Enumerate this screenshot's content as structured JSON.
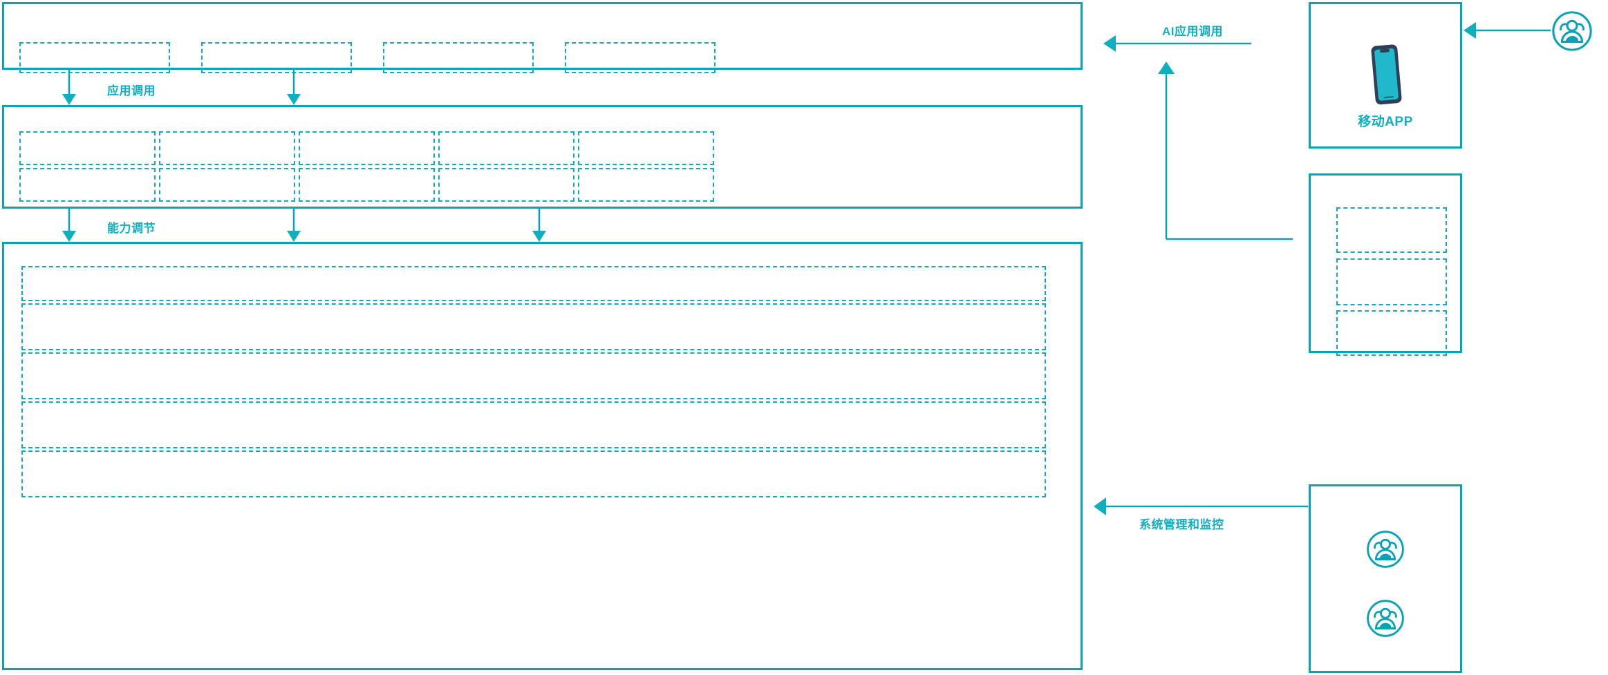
{
  "diagram": {
    "accent_color": "#00a5b8",
    "dash_color": "#12aabe",
    "phone_body_color": "#2e4057",
    "phone_screen_color": "#22b8cc",
    "background": "#ffffff"
  },
  "layers": {
    "application_layer": {
      "name": "application-layer",
      "slots": [
        "",
        "",
        "",
        ""
      ]
    },
    "capability_layer": {
      "name": "capability-layer",
      "slots_row_top": [
        "",
        "",
        "",
        "",
        ""
      ],
      "slots_row_bottom": [
        "",
        "",
        "",
        "",
        ""
      ]
    },
    "platform_layer": {
      "name": "platform-layer",
      "rows": [
        "",
        "",
        "",
        "",
        ""
      ]
    }
  },
  "connectors": {
    "app_call": {
      "label": "应用调用",
      "arrow_count": 2,
      "direction": "down"
    },
    "capability_adjust": {
      "label": "能力调节",
      "arrow_count": 3,
      "direction": "down"
    },
    "ai_app_call": {
      "label": "AI应用调用",
      "direction": "left"
    },
    "system_admin_monitor": {
      "label": "系统管理和监控",
      "direction": "left"
    },
    "user_to_app": {
      "label": "",
      "direction": "left"
    }
  },
  "side_panels": {
    "mobile_app": {
      "label": "移动APP",
      "icon": "mobile-phone-icon"
    },
    "channels": {
      "label": "",
      "slots": [
        "",
        "",
        ""
      ]
    },
    "operators": {
      "label": "",
      "icons": [
        "user-group-icon",
        "user-group-icon"
      ]
    },
    "end_user": {
      "icon": "user-group-icon"
    }
  }
}
